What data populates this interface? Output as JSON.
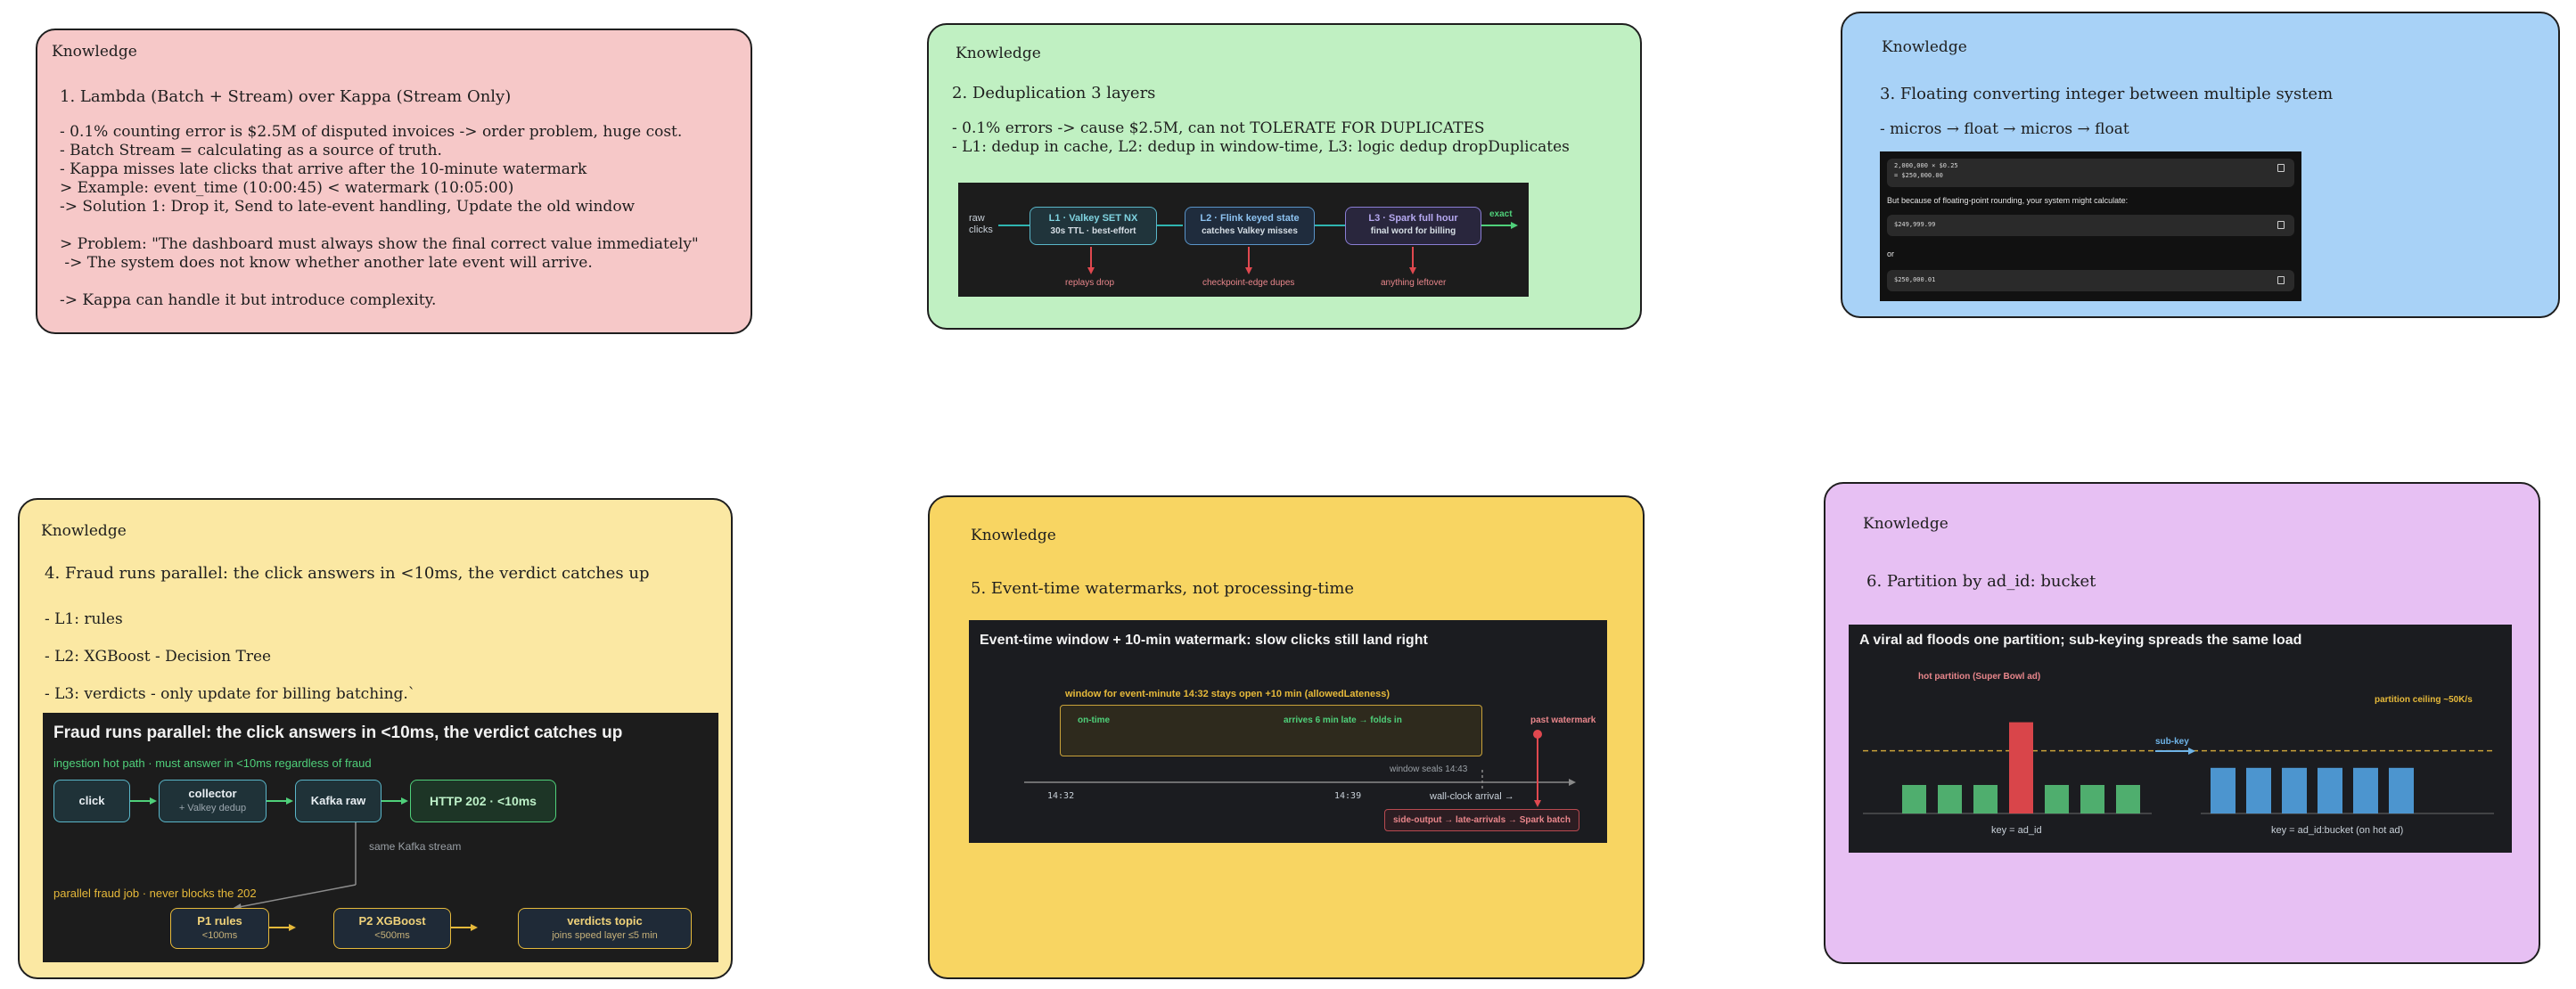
{
  "knowledge_label": "Knowledge",
  "colors": {
    "red": "#f6c8c8",
    "green": "#c0f0c2",
    "blue": "#a8d2f7",
    "yellow_light": "#fbe8a3",
    "yellow": "#f8d562",
    "purple": "#e7c0f3"
  },
  "card1": {
    "title": "1. Lambda (Batch + Stream) over Kappa (Stream Only)",
    "lines": [
      "- 0.1% counting error is $2.5M of disputed invoices -> order problem, huge cost.",
      "- Batch Stream = calculating as a source of truth.",
      "- Kappa misses late clicks that arrive after the 10-minute watermark",
      "> Example: event_time (10:00:45) < watermark (10:05:00)",
      "-> Solution 1: Drop it, Send to late-event handling, Update the old window",
      "",
      "> Problem: \"The dashboard must always show the final correct value immediately\"",
      " -> The system does not know whether another late event will arrive.",
      "",
      "-> Kappa can handle it but introduce complexity."
    ]
  },
  "card2": {
    "title": "2. Deduplication 3 layers",
    "lines": [
      "- 0.1% errors -> cause $2.5M, can not TOLERATE FOR DUPLICATES",
      "- L1: dedup in cache, L2: dedup in window-time, L3: logic dedup dropDuplicates"
    ],
    "diagram": {
      "input": "raw\nclicks",
      "boxes": [
        {
          "title": "L1 · Valkey SET NX",
          "sub": "30s TTL · best-effort",
          "drop": "replays drop"
        },
        {
          "title": "L2 · Flink keyed state",
          "sub": "catches Valkey misses",
          "drop": "checkpoint-edge dupes"
        },
        {
          "title": "L3 · Spark full hour",
          "sub": "final word for billing",
          "drop": "anything leftover"
        }
      ],
      "output": "exact"
    }
  },
  "card3": {
    "title": "3. Floating converting integer between multiple system",
    "line": "- micros → float → micros → float",
    "code1": "2,000,000 × $0.25\n= $250,000.00",
    "note": "But because of floating-point rounding, your system might calculate:",
    "code2": "$249,999.99",
    "or": "or",
    "code3": "$250,000.01"
  },
  "card4": {
    "title": "4. Fraud runs parallel: the click answers in <10ms, the verdict catches up",
    "lines": [
      "- L1: rules",
      "- L2: XGBoost - Decision Tree",
      "- L3: verdicts - only update for billing batching.`"
    ],
    "diagram": {
      "title": "Fraud runs parallel: the click answers in <10ms, the verdict catches up",
      "hot_path": "ingestion hot path · must answer in <10ms regardless of fraud",
      "click": "click",
      "collector": "collector",
      "collector_sub": "+ Valkey dedup",
      "kafka": "Kafka raw",
      "http": "HTTP 202 · <10ms",
      "stream_note": "same Kafka stream",
      "parallel": "parallel fraud job · never blocks the 202",
      "p1": "P1 rules",
      "p1_sub": "<100ms",
      "p2": "P2 XGBoost",
      "p2_sub": "<500ms",
      "verdicts": "verdicts topic",
      "verdicts_sub": "joins speed layer ≤5 min"
    }
  },
  "card5": {
    "title": "5. Event-time watermarks, not processing-time",
    "diagram": {
      "title": "Event-time window + 10-min watermark: slow clicks still land right",
      "window_label": "window for event-minute 14:32 stays open +10 min (allowedLateness)",
      "on_time": "on-time",
      "late": "arrives 6 min late → folds in",
      "past": "past watermark",
      "seals": "window seals 14:43",
      "t1": "14:32",
      "t2": "14:39",
      "wall": "wall-clock arrival →",
      "side": "side-output → late-arrivals → Spark batch"
    }
  },
  "card6": {
    "title": "6. Partition by ad_id: bucket",
    "chart_data": {
      "type": "bar",
      "title": "A viral ad floods one partition; sub-keying spreads the same load",
      "hot_label": "hot partition (Super Bowl ad)",
      "ceiling_label": "partition ceiling ~50K/s",
      "subkey_label": "sub-key",
      "left": {
        "xlabel": "key = ad_id",
        "values": [
          1,
          1,
          1,
          3.2,
          1,
          1,
          1
        ],
        "hot_index": 3
      },
      "right": {
        "xlabel": "key = ad_id:bucket (on hot ad)",
        "values": [
          1.6,
          1.6,
          1.6,
          1.6,
          1.6,
          1.6
        ]
      },
      "ceiling": 2.2
    }
  }
}
